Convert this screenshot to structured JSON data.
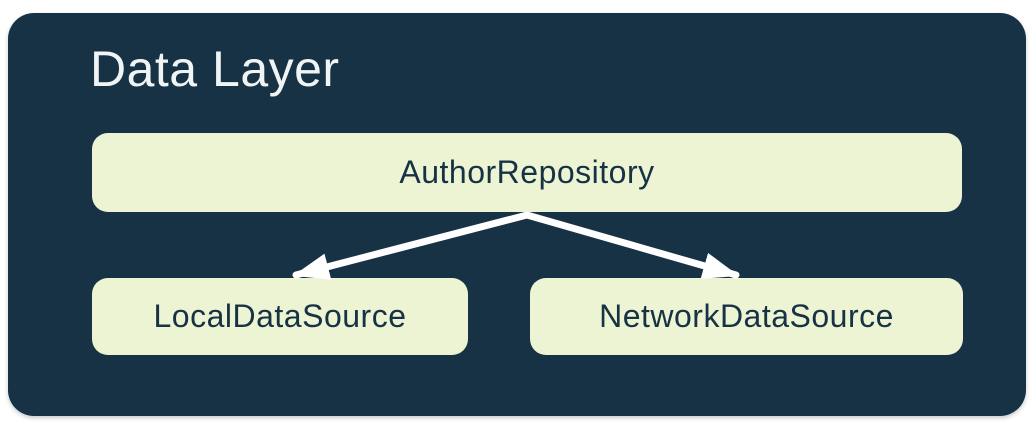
{
  "diagram": {
    "title": "Data Layer",
    "nodes": {
      "repository": {
        "label": "AuthorRepository"
      },
      "local": {
        "label": "LocalDataSource"
      },
      "network": {
        "label": "NetworkDataSource"
      }
    },
    "edges": [
      {
        "from": "AuthorRepository",
        "to": "LocalDataSource"
      },
      {
        "from": "AuthorRepository",
        "to": "NetworkDataSource"
      }
    ],
    "colors": {
      "page_background": "#ffffff",
      "panel_background": "#173245",
      "node_background": "#edf4d3",
      "node_text": "#173245",
      "title_text": "#f1f4f4",
      "arrow": "#ffffff"
    }
  }
}
